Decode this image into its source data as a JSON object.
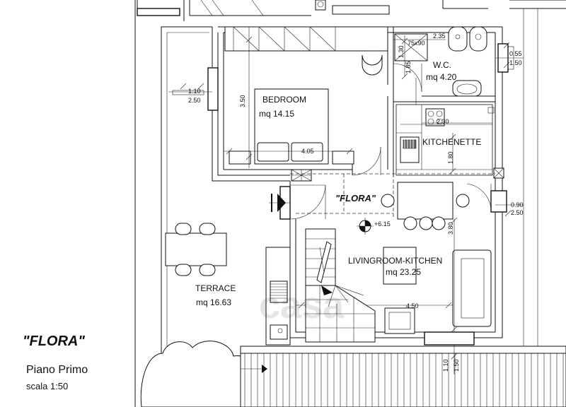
{
  "plan": {
    "title": "\"FLORA\"",
    "subtitle": "Piano Primo",
    "scale": "scala 1:50",
    "watermark": "casa"
  },
  "rooms": {
    "bedroom": {
      "name": "BEDROOM",
      "area": "mq 14.15"
    },
    "wc": {
      "name": "W.C.",
      "area": "mq 4.20"
    },
    "kitchenette": {
      "name": "KITCHENETTE"
    },
    "living": {
      "name": "LIVINGROOM-KITCHEN",
      "area": "mq 23.25"
    },
    "terrace": {
      "name": "TERRACE",
      "area": "mq 16.63"
    },
    "flora_tag": "\"FLORA\""
  },
  "dims": {
    "bath_w": "2.35",
    "shower": "75x90",
    "wc_h1": "1.30",
    "wc_h2": "1.85",
    "bed_h": "3.50",
    "bed_w": "4.05",
    "kitch_w": "2.30",
    "kitch_h": "1.80",
    "liv_w": "4.50",
    "liv_h": "3.80",
    "level": "+6.15",
    "win_left_1": "1.10",
    "win_left_2": "2.50",
    "win_right_1": "0.55",
    "win_right_2": "1.50",
    "win_right_3": "0.90",
    "win_right_4": "2.50",
    "win_bottom_1": "1.10",
    "win_bottom_2": "1.50"
  }
}
